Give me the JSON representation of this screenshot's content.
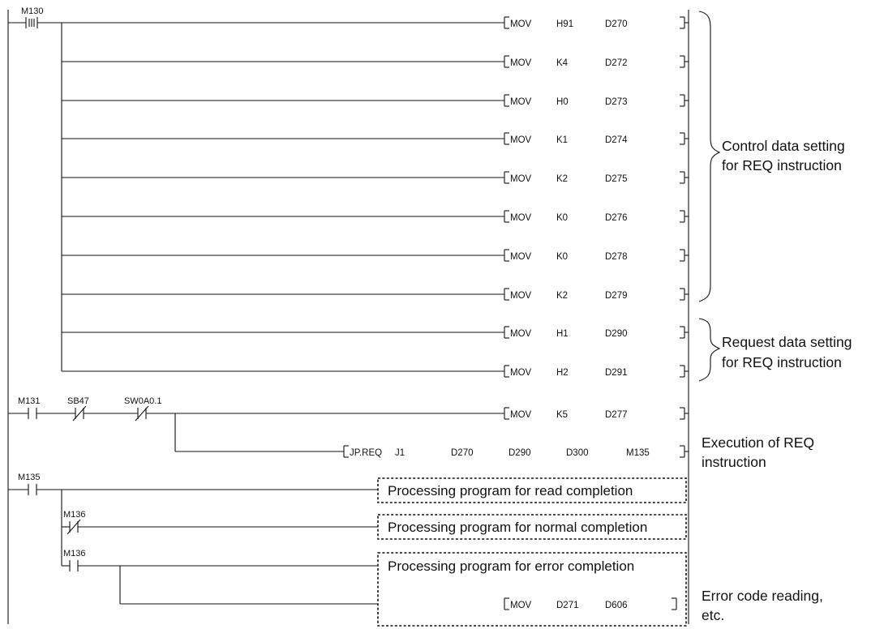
{
  "colors": {
    "line": "#111111",
    "background": "#ffffff"
  },
  "mov_rungs": [
    {
      "device": "H91",
      "dest": "D270"
    },
    {
      "device": "K4",
      "dest": "D272"
    },
    {
      "device": "H0",
      "dest": "D273"
    },
    {
      "device": "K1",
      "dest": "D274"
    },
    {
      "device": "K2",
      "dest": "D275"
    },
    {
      "device": "K0",
      "dest": "D276"
    },
    {
      "device": "K0",
      "dest": "D278"
    },
    {
      "device": "K2",
      "dest": "D279"
    },
    {
      "device": "H1",
      "dest": "D290"
    },
    {
      "device": "H2",
      "dest": "D291"
    }
  ],
  "mov_label": "MOV",
  "contacts": {
    "m130": "M130",
    "m131": "M131",
    "sb47": "SB47",
    "sw0a0": "SW0A0.1",
    "m135": "M135",
    "m136_nc": "M136",
    "m136_no": "M136"
  },
  "k5_rung": {
    "op": "MOV",
    "device": "K5",
    "dest": "D277"
  },
  "req": {
    "op": "JP.REQ",
    "j": "J1",
    "s1": "D270",
    "s2": "D290",
    "d1": "D300",
    "d2": "M135"
  },
  "boxes": {
    "read": "Processing program for read completion",
    "normal": "Processing program for normal completion",
    "error": "Processing program for error completion"
  },
  "err_rung": {
    "op": "MOV",
    "device": "D271",
    "dest": "D606"
  },
  "notes": {
    "control_1": "Control data setting",
    "control_2": "for REQ instruction",
    "request_1": "Request data setting",
    "request_2": "for REQ instruction",
    "exec_1": "Execution of REQ",
    "exec_2": "instruction",
    "err_1": "Error code reading,",
    "err_2": "etc."
  }
}
